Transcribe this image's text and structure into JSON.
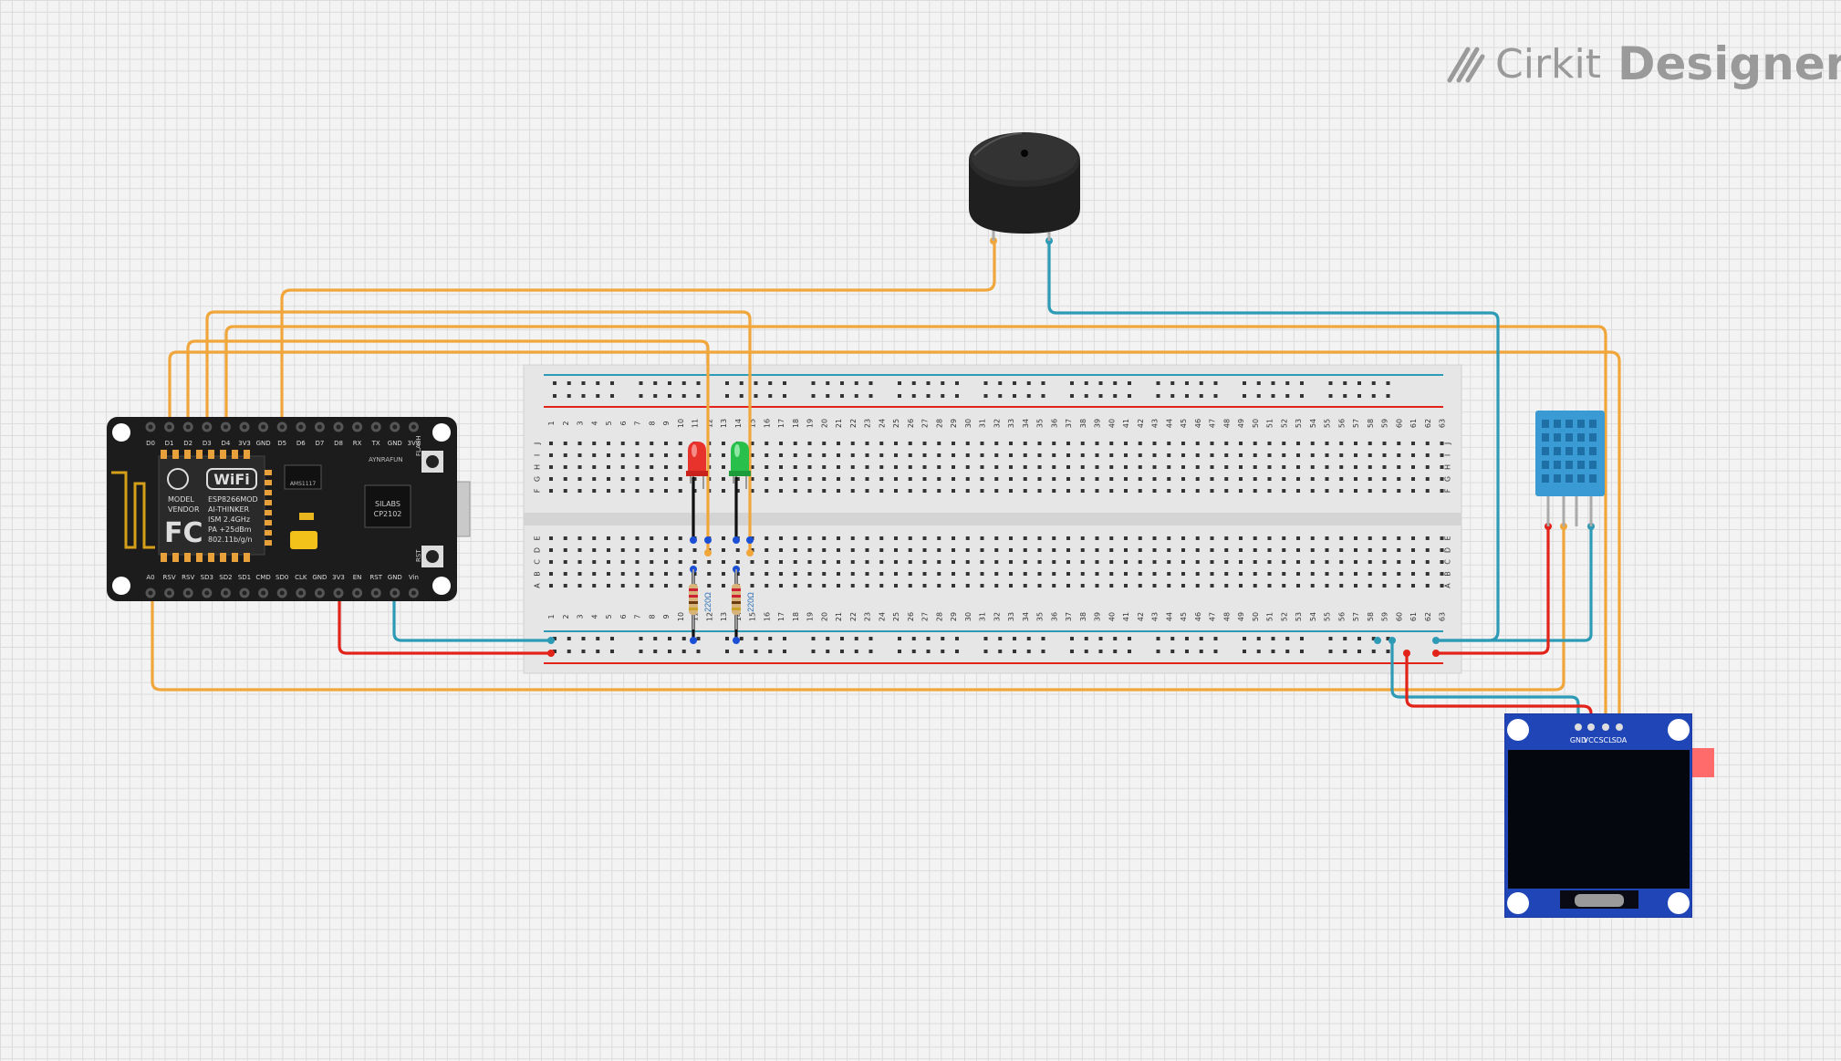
{
  "brand": {
    "name_prefix": "Cirkit",
    "name_suffix": "Designer",
    "icon": "cirkit-logo-icon"
  },
  "esp": {
    "top_pins": [
      "D0",
      "D1",
      "D2",
      "D3",
      "D4",
      "3V3",
      "GND",
      "D5",
      "D6",
      "D7",
      "D8",
      "RX",
      "TX",
      "GND",
      "3V3"
    ],
    "bottom_pins": [
      "A0",
      "RSV",
      "RSV",
      "SD3",
      "SD2",
      "SD1",
      "CMD",
      "SD0",
      "CLK",
      "GND",
      "3V3",
      "EN",
      "RST",
      "GND",
      "Vin"
    ],
    "module_lines": [
      "MODEL",
      "VENDOR"
    ],
    "module_info": [
      "ESP8266MOD",
      "AI-THINKER",
      "ISM 2.4GHz",
      "PA +25dBm",
      "802.11b/g/n"
    ],
    "wifi_label": "WiFi",
    "fc_label": "FC",
    "chip1": "AMS1117",
    "chip2_lines": [
      "SILABS",
      "CP2102"
    ],
    "side_label": "AYNRAFUN",
    "flash_label": "FLASH",
    "rst_label": "RST"
  },
  "breadboard": {
    "rows_top": [
      "J",
      "I",
      "H",
      "G",
      "F"
    ],
    "rows_bottom": [
      "E",
      "D",
      "C",
      "B",
      "A"
    ],
    "columns": 63
  },
  "resistor_labels": [
    "220Ω",
    "220Ω"
  ],
  "oled": {
    "pins": [
      "GND",
      "VCC",
      "SCL",
      "SDA"
    ]
  },
  "colors": {
    "wire_orange": "#f0a63a",
    "wire_teal": "#2d9bb6",
    "wire_red": "#e2231a",
    "wire_black": "#111111",
    "rail_blue": "#2d9bb6",
    "rail_red": "#e2231a"
  }
}
